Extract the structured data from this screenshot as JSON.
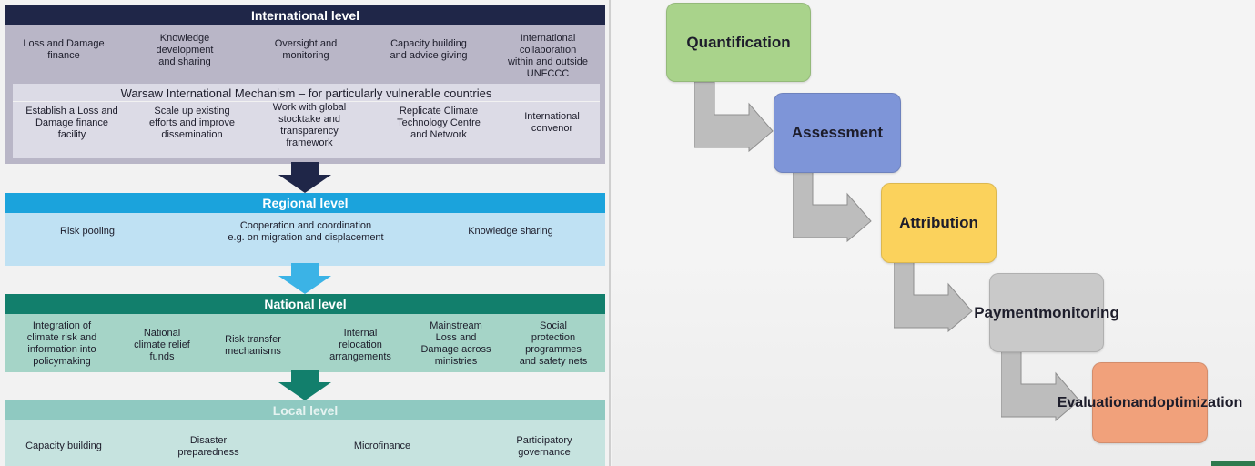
{
  "international": {
    "header": "International level",
    "items": [
      [
        "Loss and Damage",
        "finance"
      ],
      [
        "Knowledge",
        "development",
        "and sharing"
      ],
      [
        "Oversight and",
        "monitoring"
      ],
      [
        "Capacity building",
        "and advice giving"
      ],
      [
        "International",
        "collaboration",
        "within and outside",
        "UNFCCC"
      ]
    ],
    "warsaw_title": "Warsaw International Mechanism – for particularly vulnerable countries",
    "warsaw_items": [
      [
        "Establish a Loss and",
        "Damage finance",
        "facility"
      ],
      [
        "Scale up existing",
        "efforts and improve",
        "dissemination"
      ],
      [
        "Work with global",
        "stocktake and",
        "transparency",
        "framework"
      ],
      [
        "Replicate Climate",
        "Technology Centre",
        "and Network"
      ],
      [
        "International",
        "convenor"
      ]
    ]
  },
  "regional": {
    "header": "Regional level",
    "items": [
      [
        "Risk pooling"
      ],
      [
        "Cooperation and coordination",
        "e.g. on migration and displacement"
      ],
      [
        "Knowledge sharing"
      ]
    ]
  },
  "national": {
    "header": "National level",
    "items": [
      [
        "Integration of",
        "climate risk and",
        "information into",
        "policymaking"
      ],
      [
        "National",
        "climate relief",
        "funds"
      ],
      [
        "Risk transfer",
        "mechanisms"
      ],
      [
        "Internal",
        "relocation",
        "arrangements"
      ],
      [
        "Mainstream",
        "Loss and",
        "Damage across",
        "ministries"
      ],
      [
        "Social",
        "protection",
        "programmes",
        "and safety nets"
      ]
    ]
  },
  "local": {
    "header": "Local level",
    "items": [
      [
        "Capacity building"
      ],
      [
        "Disaster",
        "preparedness"
      ],
      [
        "Microfinance"
      ],
      [
        "Participatory",
        "governance"
      ]
    ]
  },
  "process": {
    "steps": [
      {
        "lines": [
          "Quantification"
        ],
        "color": "#a9d38b"
      },
      {
        "lines": [
          "Assessment"
        ],
        "color": "#7e95d8"
      },
      {
        "lines": [
          "Attribution"
        ],
        "color": "#fbd25c"
      },
      {
        "lines": [
          "Payment",
          "monitoring"
        ],
        "color": "#c9c9c9"
      },
      {
        "lines": [
          "Evaluation",
          "and",
          "optimization"
        ],
        "color": "#f1a17b"
      }
    ]
  },
  "colors": {
    "international_dark": "#1f2648",
    "regional_blue": "#1ba3dc",
    "national_green": "#127f6c",
    "local_teal": "#8fc9c1",
    "connector_gray": "#bdbdbd"
  }
}
